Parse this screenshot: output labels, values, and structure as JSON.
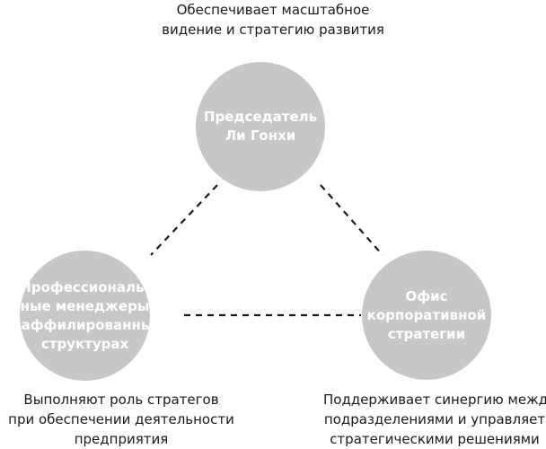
{
  "nodes": {
    "chairman": {
      "label_lines": [
        "Председатель",
        "Ли Гонхи"
      ]
    },
    "managers": {
      "label_lines": [
        "Профессиональ-",
        "ные менеджеры",
        "в аффилированных",
        "структурах"
      ]
    },
    "office": {
      "label_lines": [
        "Офис",
        "корпоративной",
        "стратегии"
      ]
    }
  },
  "captions": {
    "chairman": [
      "Обеспечивает масштабное",
      "видение и стратегию развития"
    ],
    "managers": [
      "Выполняют роль стратегов",
      "при обеспечении деятельности",
      "предприятия"
    ],
    "office": [
      "Поддерживает синергию между",
      "подразделениями и управляет",
      "стратегическими решениями"
    ]
  },
  "colors": {
    "node_fill": "#c7c7c7",
    "node_text": "#ffffff",
    "connector": "#1a1a1a",
    "caption_text": "#1a1a1a"
  },
  "connector_style": "dashed"
}
